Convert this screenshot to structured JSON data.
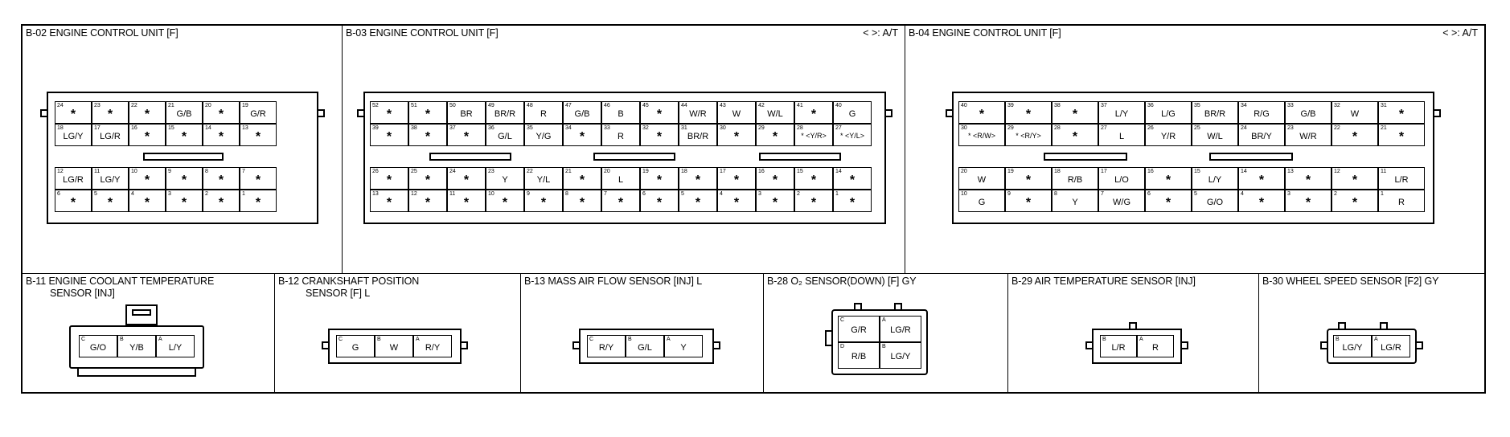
{
  "panels": {
    "b02": {
      "title": "B-02 ENGINE CONTROL UNIT [F]"
    },
    "b03": {
      "title": "B-03 ENGINE CONTROL UNIT [F]",
      "at": "< >: A/T"
    },
    "b04": {
      "title": "B-04 ENGINE CONTROL UNIT [F]",
      "at": "< >: A/T"
    },
    "b11": {
      "title_line1": "B-11 ENGINE COOLANT TEMPERATURE",
      "title_line2": "SENSOR [INJ]"
    },
    "b12": {
      "title_line1": "B-12 CRANKSHAFT POSITION",
      "title_line2": "SENSOR [F] L"
    },
    "b13": {
      "title": "B-13 MASS AIR FLOW SENSOR [INJ] L"
    },
    "b28": {
      "title": "B-28 O₂ SENSOR(DOWN) [F] GY"
    },
    "b29": {
      "title": "B-29 AIR TEMPERATURE SENSOR [INJ]"
    },
    "b30": {
      "title": "B-30 WHEEL SPEED SENSOR [F2] GY"
    }
  },
  "b02_top": [
    [
      [
        "24",
        "*"
      ],
      [
        "23",
        "*"
      ],
      [
        "22",
        "*"
      ],
      [
        "21",
        "G/B"
      ],
      [
        "20",
        "*"
      ],
      [
        "19",
        "G/R"
      ]
    ],
    [
      [
        "18",
        "LG/Y"
      ],
      [
        "17",
        "LG/R"
      ],
      [
        "16",
        "*"
      ],
      [
        "15",
        "*"
      ],
      [
        "14",
        "*"
      ],
      [
        "13",
        "*"
      ]
    ]
  ],
  "b02_bottom": [
    [
      [
        "12",
        "LG/R"
      ],
      [
        "11",
        "LG/Y"
      ],
      [
        "10",
        "*"
      ],
      [
        "9",
        "*"
      ],
      [
        "8",
        "*"
      ],
      [
        "7",
        "*"
      ]
    ],
    [
      [
        "6",
        "*"
      ],
      [
        "5",
        "*"
      ],
      [
        "4",
        "*"
      ],
      [
        "3",
        "*"
      ],
      [
        "2",
        "*"
      ],
      [
        "1",
        "*"
      ]
    ]
  ],
  "b03_top": [
    [
      [
        "52",
        "*"
      ],
      [
        "51",
        "*"
      ],
      [
        "50",
        "BR"
      ],
      [
        "49",
        "BR/R"
      ],
      [
        "48",
        "R"
      ],
      [
        "47",
        "G/B"
      ],
      [
        "46",
        "B"
      ],
      [
        "45",
        "*"
      ],
      [
        "44",
        "W/R"
      ],
      [
        "43",
        "W"
      ],
      [
        "42",
        "W/L"
      ],
      [
        "41",
        "*"
      ],
      [
        "40",
        "G"
      ]
    ],
    [
      [
        "39",
        "*"
      ],
      [
        "38",
        "*"
      ],
      [
        "37",
        "*"
      ],
      [
        "36",
        "G/L"
      ],
      [
        "35",
        "Y/G"
      ],
      [
        "34",
        "*"
      ],
      [
        "33",
        "R"
      ],
      [
        "32",
        "*"
      ],
      [
        "31",
        "BR/R"
      ],
      [
        "30",
        "*"
      ],
      [
        "29",
        "*"
      ],
      [
        "28",
        "* <Y/R>"
      ],
      [
        "27",
        "* <Y/L>"
      ]
    ]
  ],
  "b03_bottom": [
    [
      [
        "26",
        "*"
      ],
      [
        "25",
        "*"
      ],
      [
        "24",
        "*"
      ],
      [
        "23",
        "Y"
      ],
      [
        "22",
        "Y/L"
      ],
      [
        "21",
        "*"
      ],
      [
        "20",
        "L"
      ],
      [
        "19",
        "*"
      ],
      [
        "18",
        "*"
      ],
      [
        "17",
        "*"
      ],
      [
        "16",
        "*"
      ],
      [
        "15",
        "*"
      ],
      [
        "14",
        "*"
      ]
    ],
    [
      [
        "13",
        "*"
      ],
      [
        "12",
        "*"
      ],
      [
        "11",
        "*"
      ],
      [
        "10",
        "*"
      ],
      [
        "9",
        "*"
      ],
      [
        "8",
        "*"
      ],
      [
        "7",
        "*"
      ],
      [
        "6",
        "*"
      ],
      [
        "5",
        "*"
      ],
      [
        "4",
        "*"
      ],
      [
        "3",
        "*"
      ],
      [
        "2",
        "*"
      ],
      [
        "1",
        "*"
      ]
    ]
  ],
  "b04_top": [
    [
      [
        "40",
        "*"
      ],
      [
        "39",
        "*"
      ],
      [
        "38",
        "*"
      ],
      [
        "37",
        "L/Y"
      ],
      [
        "36",
        "L/G"
      ],
      [
        "35",
        "BR/R"
      ],
      [
        "34",
        "R/G"
      ],
      [
        "33",
        "G/B"
      ],
      [
        "32",
        "W"
      ],
      [
        "31",
        "*"
      ]
    ],
    [
      [
        "30",
        "* <R/W>"
      ],
      [
        "29",
        "* <R/Y>"
      ],
      [
        "28",
        "*"
      ],
      [
        "27",
        "L"
      ],
      [
        "26",
        "Y/R"
      ],
      [
        "25",
        "W/L"
      ],
      [
        "24",
        "BR/Y"
      ],
      [
        "23",
        "W/R"
      ],
      [
        "22",
        "*"
      ],
      [
        "21",
        "*"
      ]
    ]
  ],
  "b04_bottom": [
    [
      [
        "20",
        "W"
      ],
      [
        "19",
        "*"
      ],
      [
        "18",
        "R/B"
      ],
      [
        "17",
        "L/O"
      ],
      [
        "16",
        "*"
      ],
      [
        "15",
        "L/Y"
      ],
      [
        "14",
        "*"
      ],
      [
        "13",
        "*"
      ],
      [
        "12",
        "*"
      ],
      [
        "11",
        "L/R"
      ]
    ],
    [
      [
        "10",
        "G"
      ],
      [
        "9",
        "*"
      ],
      [
        "8",
        "Y"
      ],
      [
        "7",
        "W/G"
      ],
      [
        "6",
        "*"
      ],
      [
        "5",
        "G/O"
      ],
      [
        "4",
        "*"
      ],
      [
        "3",
        "*"
      ],
      [
        "2",
        "*"
      ],
      [
        "1",
        "R"
      ]
    ]
  ],
  "b11": [
    [
      "C",
      "G/O"
    ],
    [
      "B",
      "Y/B"
    ],
    [
      "A",
      "L/Y"
    ]
  ],
  "b12": [
    [
      "C",
      "G"
    ],
    [
      "B",
      "W"
    ],
    [
      "A",
      "R/Y"
    ]
  ],
  "b13": [
    [
      "C",
      "R/Y"
    ],
    [
      "B",
      "G/L"
    ],
    [
      "A",
      "Y"
    ]
  ],
  "b28": [
    [
      [
        "C",
        "G/R"
      ],
      [
        "A",
        "LG/R"
      ]
    ],
    [
      [
        "D",
        "R/B"
      ],
      [
        "B",
        "LG/Y"
      ]
    ]
  ],
  "b29": [
    [
      "B",
      "L/R"
    ],
    [
      "A",
      "R"
    ]
  ],
  "b30": [
    [
      "B",
      "LG/Y"
    ],
    [
      "A",
      "LG/R"
    ]
  ]
}
